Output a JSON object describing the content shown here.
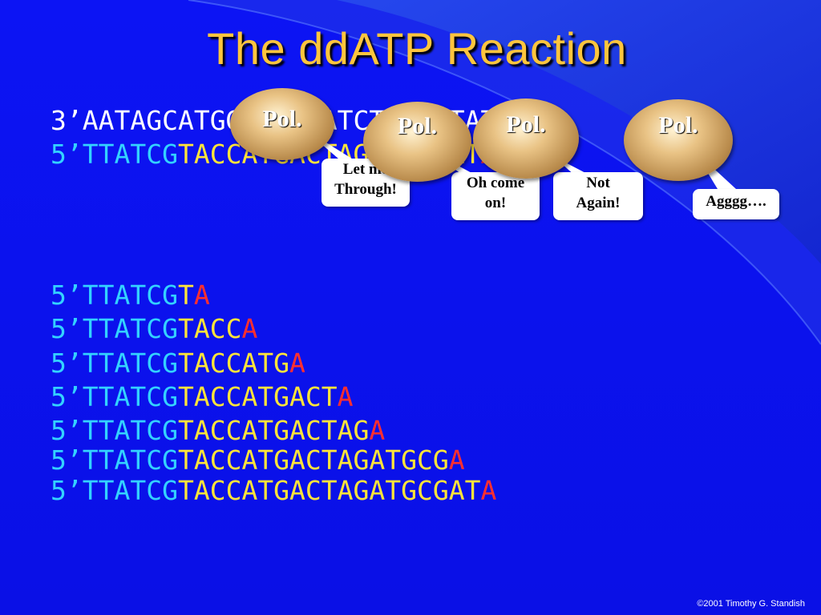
{
  "title": "The ddATP Reaction",
  "template_strand": {
    "prime": "3’",
    "sequence": "AATAGCATGGTACTGATCTACGCTATCTA"
  },
  "top_primer_strand": {
    "prime": "5’",
    "primer": "TTATCG",
    "extension": "TACCATGACTAGATGCGAT",
    "terminator": "A"
  },
  "polymerases": [
    {
      "label": "Pol.",
      "speech": [
        "Let me",
        "Through!"
      ]
    },
    {
      "label": "Pol.",
      "speech": [
        "Oh come",
        "on!"
      ]
    },
    {
      "label": "Pol.",
      "speech": [
        "Not",
        "Again!"
      ]
    },
    {
      "label": "Pol.",
      "speech": [
        "Agggg…."
      ]
    }
  ],
  "fragments": [
    {
      "prime": "5’",
      "primer": "TTATCG",
      "extension": "T",
      "terminator": "A"
    },
    {
      "prime": "5’",
      "primer": "TTATCG",
      "extension": "TACC",
      "terminator": "A"
    },
    {
      "prime": "5’",
      "primer": "TTATCG",
      "extension": "TACCATG",
      "terminator": "A"
    },
    {
      "prime": "5’",
      "primer": "TTATCG",
      "extension": "TACCATGACT",
      "terminator": "A"
    },
    {
      "prime": "5’",
      "primer": "TTATCG",
      "extension": "TACCATGACTAG",
      "terminator": "A"
    },
    {
      "prime": "5’",
      "primer": "TTATCG",
      "extension": "TACCATGACTAGATGCG",
      "terminator": "A"
    },
    {
      "prime": "5’",
      "primer": "TTATCG",
      "extension": "TACCATGACTAGATGCGAT",
      "terminator": "A"
    }
  ],
  "footer": "©2001 Timothy G. Standish",
  "colors": {
    "background": "#0a10ee",
    "title": "#ffc53d",
    "primer": "#33d2ff",
    "extension": "#ffe43a",
    "dideoxy_terminator": "#ff2f2f",
    "template": "#ffffff"
  }
}
